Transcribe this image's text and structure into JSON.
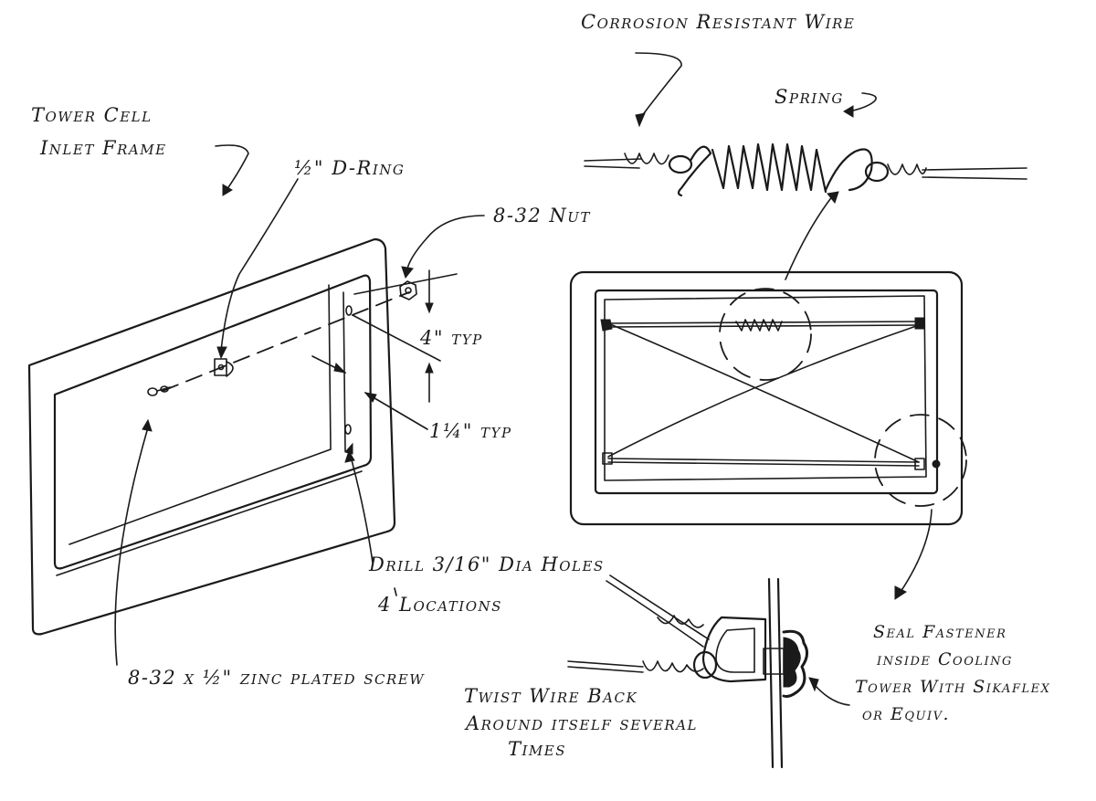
{
  "labels": {
    "corrosion_wire": "Corrosion Resistant Wire",
    "spring": "Spring",
    "tower_cell_line1": "Tower Cell",
    "tower_cell_line2": "Inlet Frame",
    "d_ring": "½\" D-Ring",
    "nut": "8-32 Nut",
    "spacing_4": "4\" typ",
    "spacing_1_14": "1¼\" typ",
    "drill_line1": "Drill 3/16\" Dia Holes",
    "drill_line2": "4 Locations",
    "screw": "8-32 x ½\" zinc plated screw",
    "twist_line1": "Twist Wire Back",
    "twist_line2": "Around itself several",
    "twist_line3": "Times",
    "seal_line1": "Seal Fastener",
    "seal_line2": "inside Cooling",
    "seal_line3": "Tower With Sikaflex",
    "seal_line4": "or Equiv."
  }
}
